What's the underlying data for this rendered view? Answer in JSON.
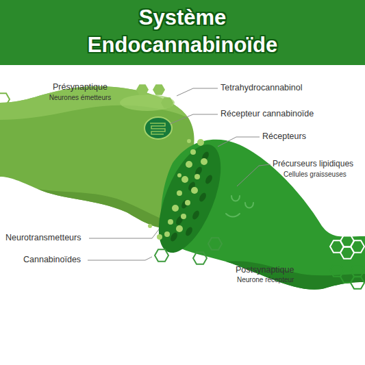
{
  "diagram": {
    "title": "Système Endocannabinoïde",
    "labels": [
      "Présynaptique",
      "Neurones émetteurs",
      "Tetrahydrocannabinol",
      "Récepteur cannabinoïde",
      "Récepteurs",
      "Précurseurs lipidiques",
      "Cellules graisseuses",
      "Neurotransmetteurs",
      "Cannabinoïdes",
      "Postsynaptique",
      "Neurone récepteur"
    ]
  }
}
